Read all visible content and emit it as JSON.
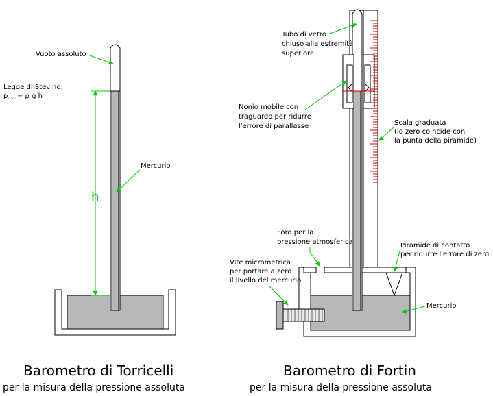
{
  "torricelli": {
    "title": "Barometro di Torricelli",
    "subtitle": "per la misura della pressione assoluta",
    "label_vuoto": "Vuoto assoluto",
    "label_stevino_1": "Legge di Stevino:",
    "label_stevino_2": "= ρ g h",
    "label_mercurio": "Mercurio",
    "label_h": "h"
  },
  "fortin": {
    "title": "Barometro di Fortin",
    "subtitle": "per la misura della pressione assoluta",
    "tubo_1": "Tubo di vetro",
    "tubo_2": "chiuso alla estremità",
    "tubo_3": "superiore",
    "nonio_1": "Nonio mobile con",
    "nonio_2": "traguardo per ridurre",
    "nonio_3": "l'errore di parallasse",
    "scala_1": "Scala graduata",
    "scala_2": "(lo zero coincide con",
    "scala_3": "la punta della piramide)",
    "foro_1": "Foro per la",
    "foro_2": "pressione atmosferica",
    "piramide_1": "Piramide di contatto",
    "piramide_2": "per ridurre l'errore di zero",
    "vite_1": "Vite micrometrica",
    "vite_2": "per portare a zero",
    "vite_3": "il livello del mercurio",
    "label_mercurio": "Mercurio"
  },
  "colors": {
    "mercury": "#b8b8b8",
    "annotation": "#00cc00",
    "scale": "#cc0000"
  }
}
